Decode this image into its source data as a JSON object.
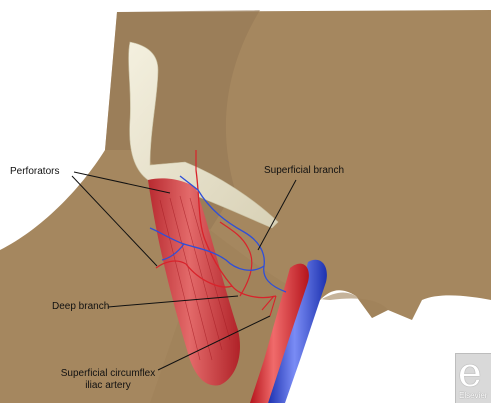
{
  "labels": {
    "perforators": "Perforators",
    "superficial_branch": "Superficial branch",
    "deep_branch": "Deep branch",
    "scia_line1": "Superficial circumflex",
    "scia_line2": "iliac artery"
  },
  "logo": {
    "letter": "e",
    "text": "Elsevier"
  },
  "colors": {
    "skin": "#a5875f",
    "skin_shadow": "#8f7450",
    "bone": "#ece7d2",
    "muscle": "#cc3b3f",
    "artery": "#d8232b",
    "vein": "#2f4fd8",
    "leader_line": "#111111"
  }
}
